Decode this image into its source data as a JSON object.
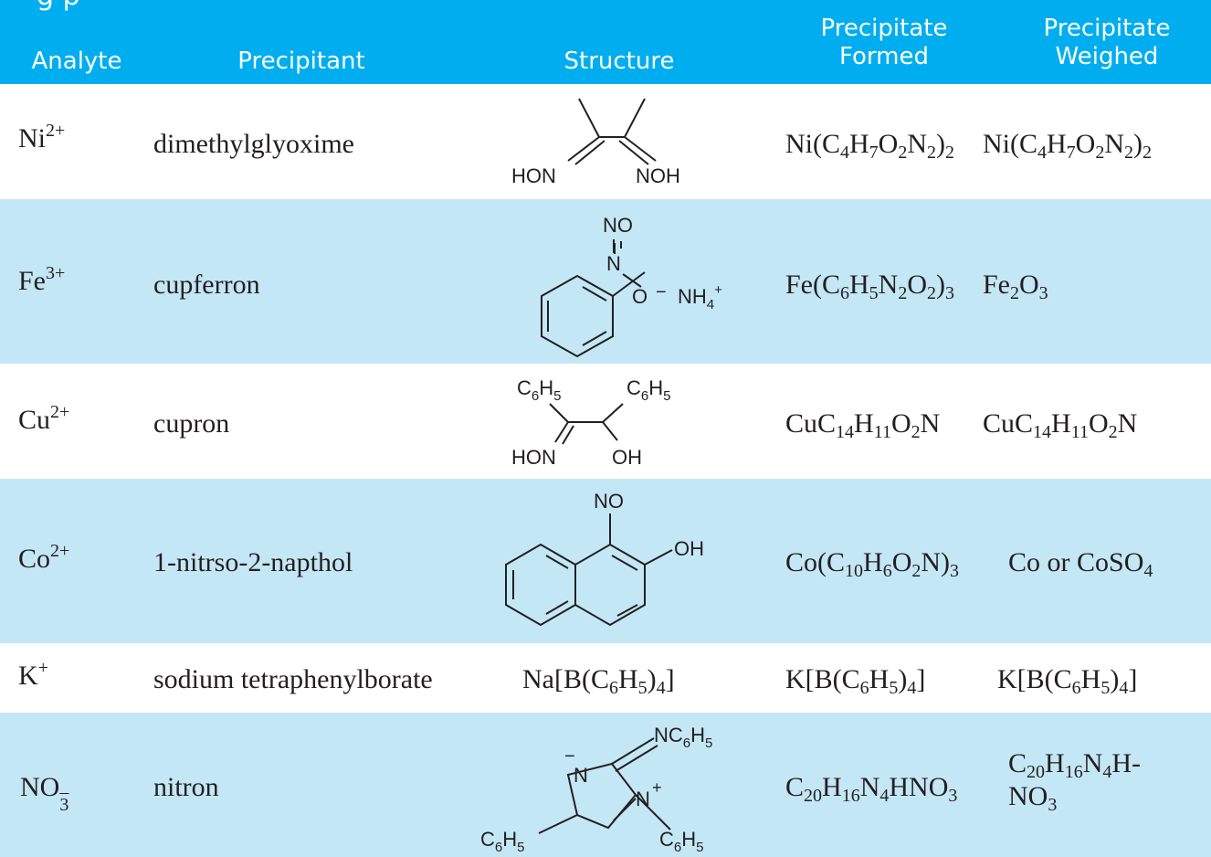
{
  "table": {
    "header": {
      "title_fragment": "g      p",
      "analyte": "Analyte",
      "precipitant": "Precipitant",
      "structure": "Structure",
      "formed_line1": "Precipitate",
      "formed_line2": "Formed",
      "weighed_line1": "Precipitate",
      "weighed_line2": "Weighed"
    },
    "rows": [
      {
        "analyte": {
          "base": "Ni",
          "sup": "2+"
        },
        "precipitant": "dimethylglyoxime",
        "structure_labels": {
          "left": "HON",
          "right": "NOH"
        },
        "formed": [
          "Ni(C",
          "4",
          "H",
          "7",
          "O",
          "2",
          "N",
          "2",
          ")",
          "2",
          ""
        ],
        "weighed": [
          "Ni(C",
          "4",
          "H",
          "7",
          "O",
          "2",
          "N",
          "2",
          ")",
          "2",
          ""
        ]
      },
      {
        "analyte": {
          "base": "Fe",
          "sup": "3+"
        },
        "precipitant": "cupferron",
        "structure_labels": {
          "no": "NO",
          "n": "N",
          "o": "O",
          "minus": "−",
          "nh": "NH",
          "nh_sub": "4",
          "nh_sup": "+"
        },
        "formed": [
          "Fe(C",
          "6",
          "H",
          "5",
          "N",
          "2",
          "O",
          "2",
          ")",
          "3",
          ""
        ],
        "weighed": [
          "Fe",
          "2",
          "O",
          "3",
          ""
        ]
      },
      {
        "analyte": {
          "base": "Cu",
          "sup": "2+"
        },
        "precipitant": "cupron",
        "structure_labels": {
          "c6": "C",
          "c6_sub": "6",
          "h5": "H",
          "h5_sub": "5",
          "hon": "HON",
          "oh": "OH"
        },
        "formed": [
          "CuC",
          "14",
          "H",
          "11",
          "O",
          "2",
          "N"
        ],
        "weighed": [
          "CuC",
          "14",
          "H",
          "11",
          "O",
          "2",
          "N"
        ]
      },
      {
        "analyte": {
          "base": "Co",
          "sup": "2+"
        },
        "precipitant": "1-nitrso-2-napthol",
        "structure_labels": {
          "no": "NO",
          "oh": "OH"
        },
        "formed": [
          "Co(C",
          "10",
          "H",
          "6",
          "O",
          "2",
          "N)",
          "3",
          ""
        ],
        "weighed": [
          "Co or CoSO",
          "4",
          ""
        ]
      },
      {
        "analyte": {
          "base": "K",
          "sup": "+"
        },
        "precipitant": "sodium tetraphenylborate",
        "structure_text": [
          "Na[B(C",
          "6",
          "H",
          "5",
          ")",
          "4",
          "]"
        ],
        "formed": [
          "K[B(C",
          "6",
          "H",
          "5",
          ")",
          "4",
          "]"
        ],
        "weighed": [
          "K[B(C",
          "6",
          "H",
          "5",
          ")",
          "4",
          "]"
        ]
      },
      {
        "analyte": {
          "base": "NO",
          "sub": "3",
          "sup": "–"
        },
        "precipitant": "nitron",
        "structure_labels": {
          "nc": "NC",
          "c": "C",
          "sub6": "6",
          "h": "H",
          "sub5": "5",
          "n": "N",
          "minus": "−",
          "plus": "+"
        },
        "formed": [
          "C",
          "20",
          "H",
          "16",
          "N",
          "4",
          "HNO",
          "3",
          ""
        ],
        "weighed_line1": [
          "C",
          "20",
          "H",
          "16",
          "N",
          "4",
          "H-"
        ],
        "weighed_line2": [
          "NO",
          "3",
          ""
        ]
      }
    ]
  }
}
